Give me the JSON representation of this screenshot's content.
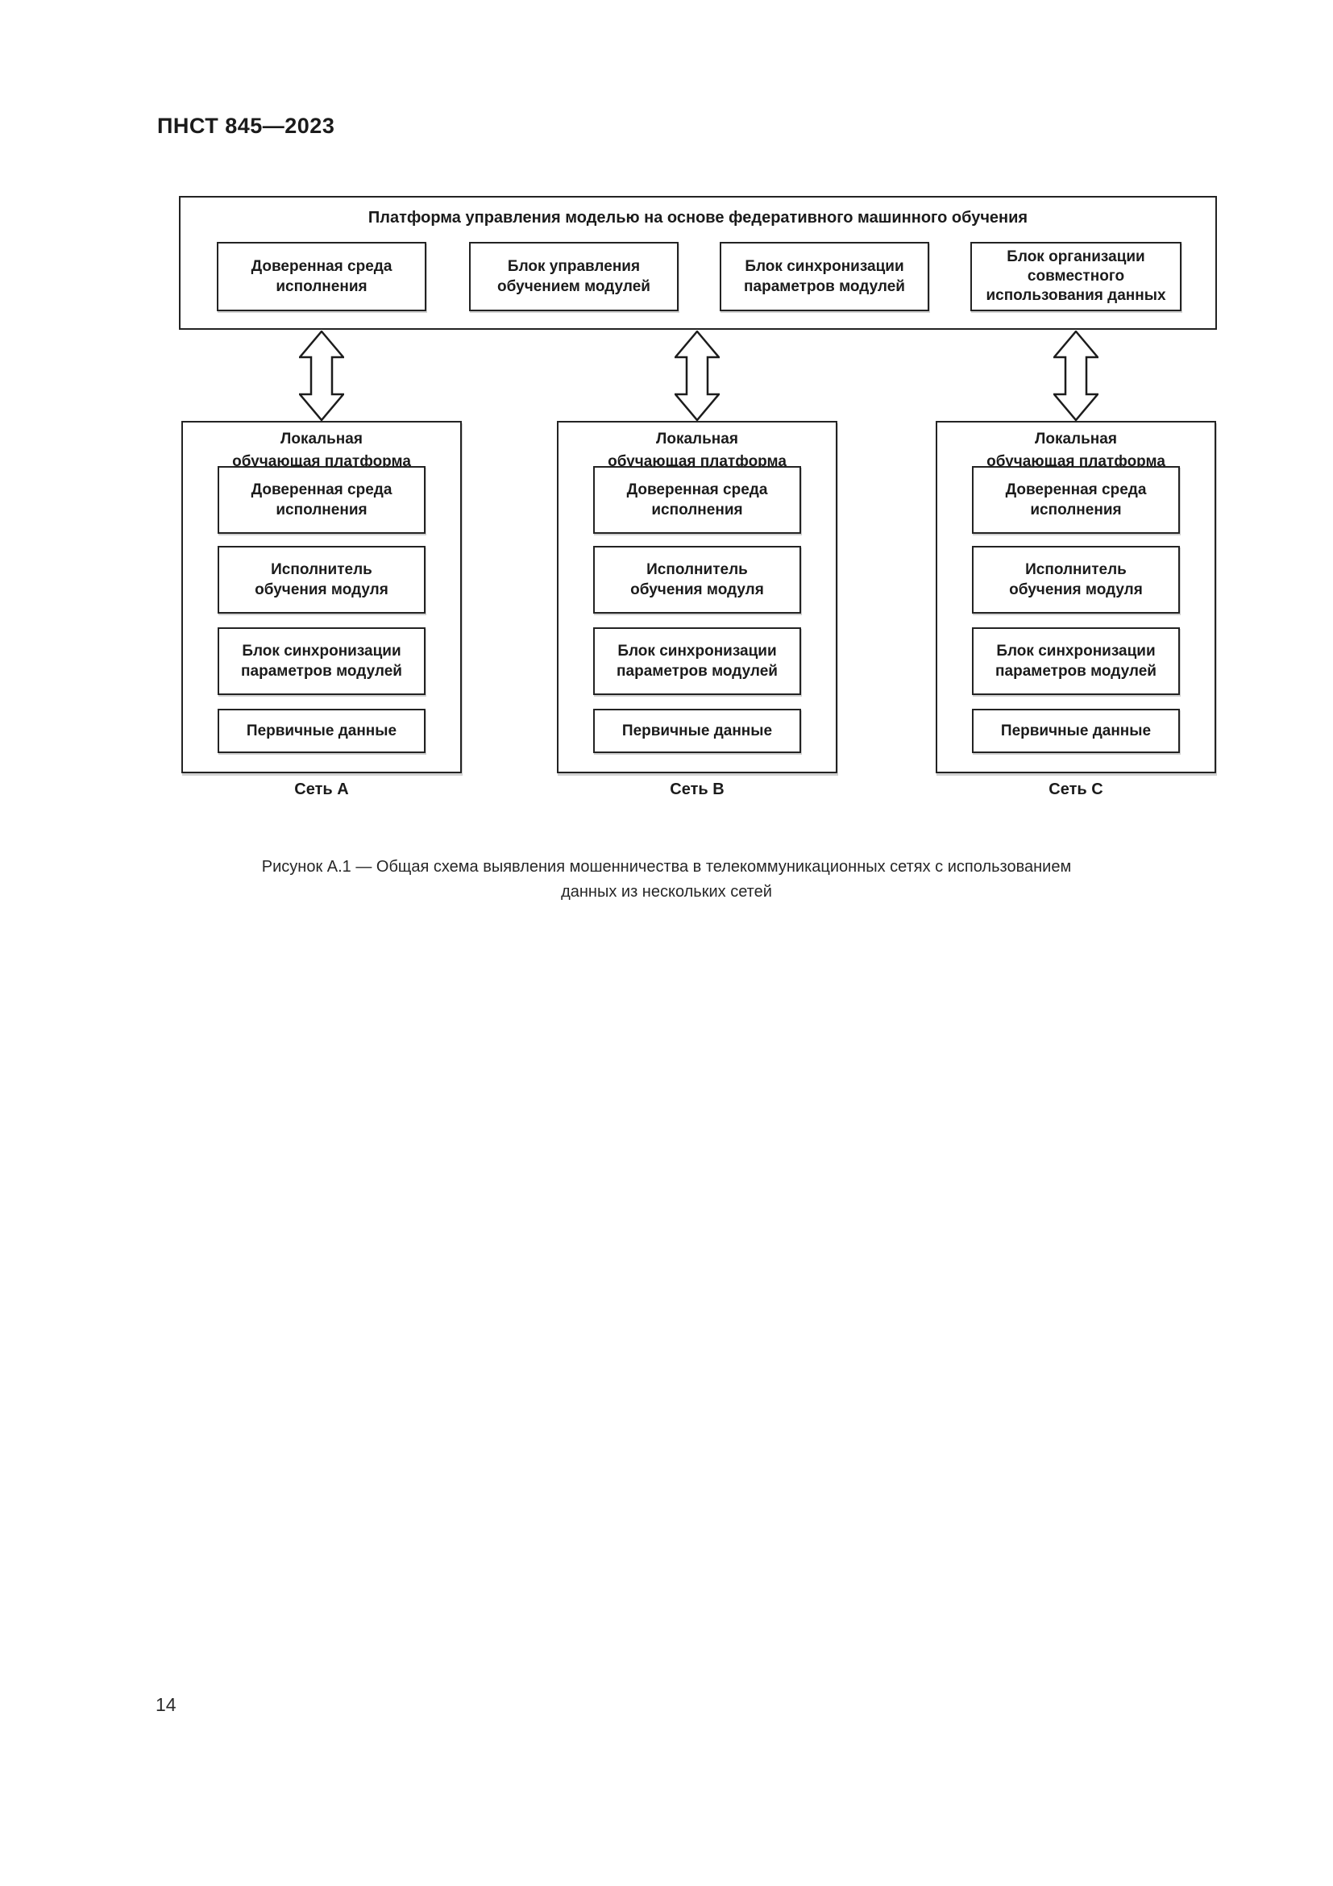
{
  "page": {
    "header": "ПНСТ 845—2023",
    "page_number": "14",
    "caption_line1": "Рисунок А.1 — Общая схема выявления мошенничества в телекоммуникационных сетях с использованием",
    "caption_line2": "данных из нескольких сетей"
  },
  "diagram": {
    "platform": {
      "title": "Платформа управления моделью на основе федеративного машинного обучения",
      "modules": [
        "Доверенная среда\nисполнения",
        "Блок управления\nобучением модулей",
        "Блок синхронизации\nпараметров модулей",
        "Блок организации\nсовместного\nиспользования данных"
      ]
    },
    "local_platforms": [
      {
        "title_line1": "Локальная",
        "title_line2": "обучающая платформа",
        "modules": [
          "Доверенная среда\nисполнения",
          "Исполнитель\nобучения модуля",
          "Блок синхронизации\nпараметров модулей",
          "Первичные данные"
        ],
        "network": "Сеть A"
      },
      {
        "title_line1": "Локальная",
        "title_line2": "обучающая платформа",
        "modules": [
          "Доверенная среда\nисполнения",
          "Исполнитель\nобучения модуля",
          "Блок синхронизации\nпараметров модулей",
          "Первичные данные"
        ],
        "network": "Сеть B"
      },
      {
        "title_line1": "Локальная",
        "title_line2": "обучающая платформа",
        "modules": [
          "Доверенная среда\nисполнения",
          "Исполнитель\nобучения модуля",
          "Блок синхронизации\nпараметров модулей",
          "Первичные данные"
        ],
        "network": "Сеть C"
      }
    ]
  },
  "colors": {
    "border": "#232323",
    "text": "#1b1b1b",
    "background": "#ffffff"
  }
}
